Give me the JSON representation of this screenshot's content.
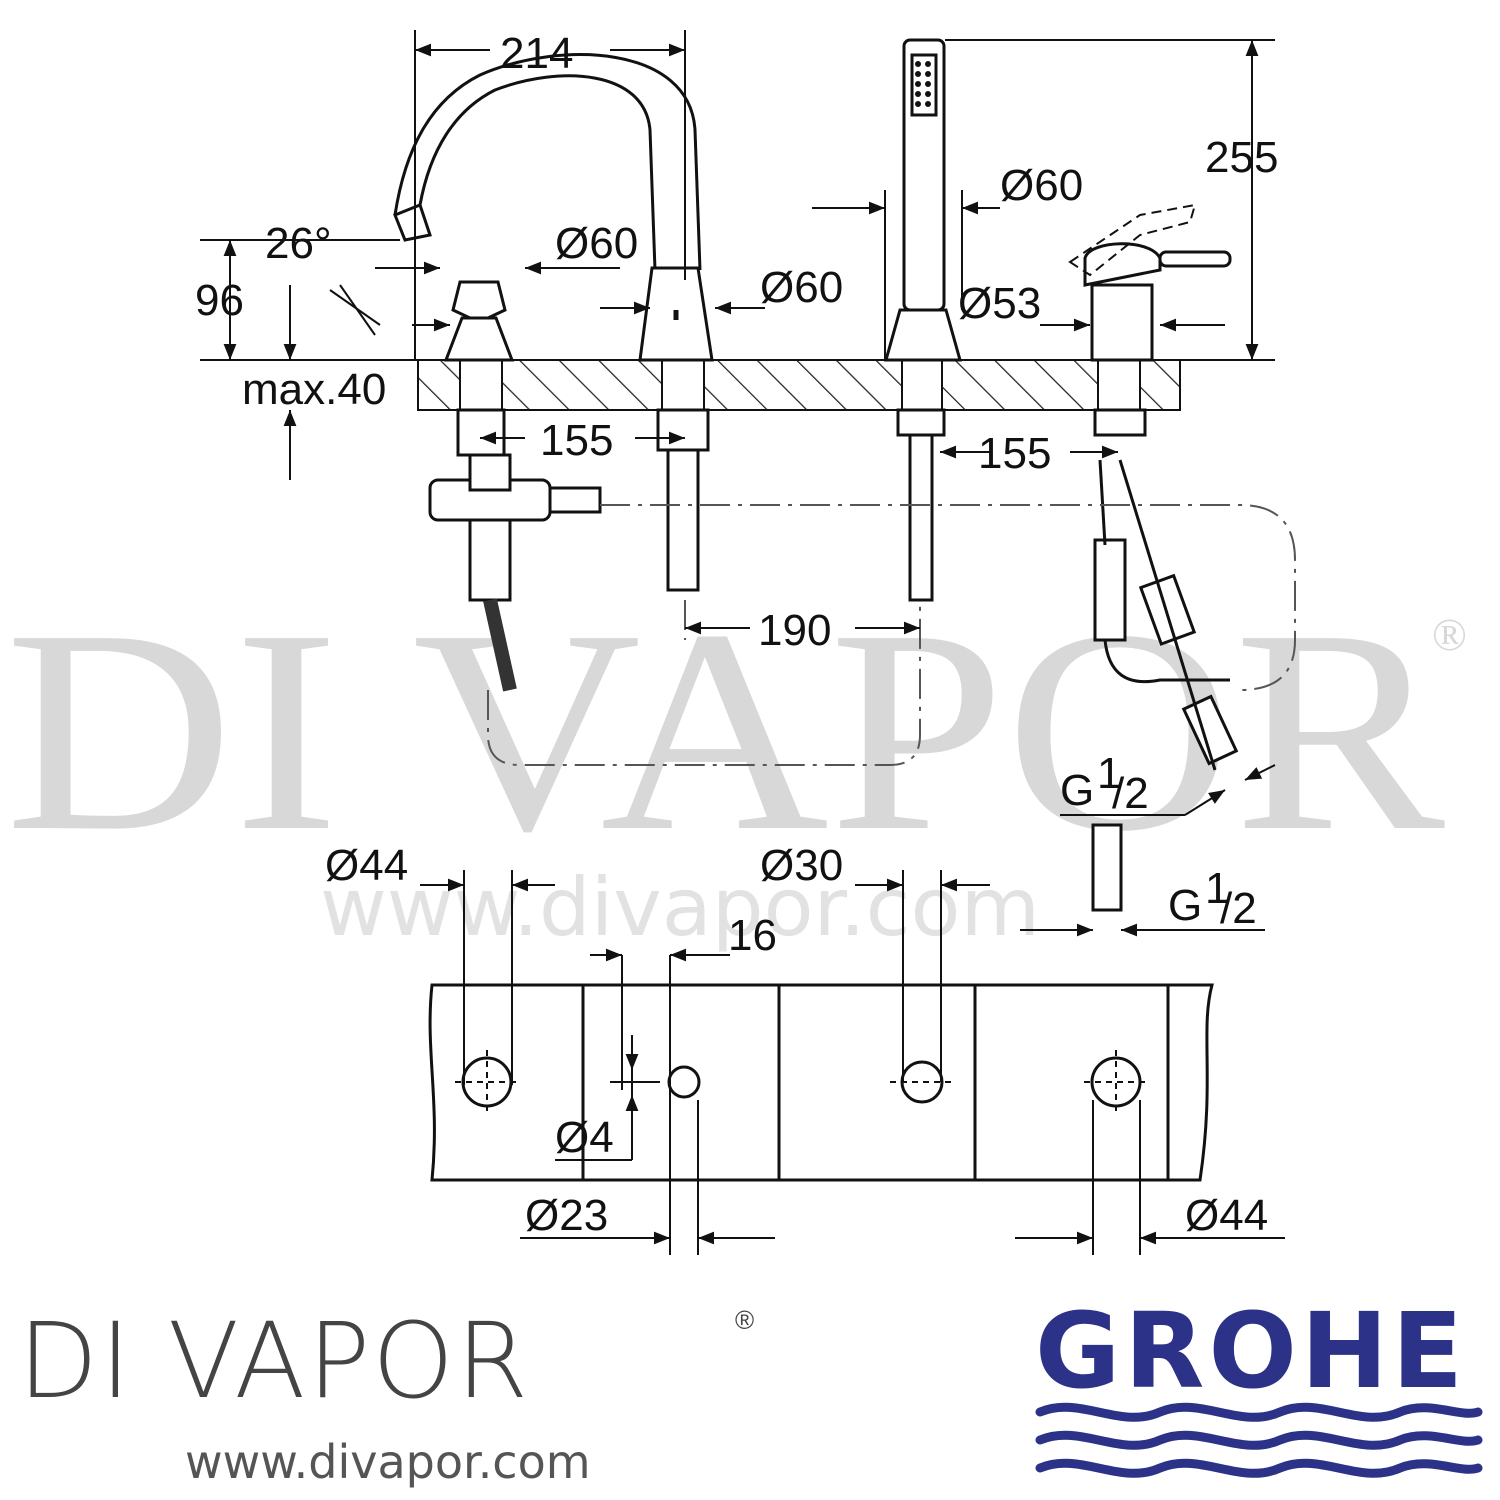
{
  "watermark": {
    "brand": "DI VAPOR",
    "registered": "®",
    "url": "www.divapor.com"
  },
  "dimensions": {
    "spout_reach": "214",
    "handshower_height": "255",
    "spout_angle": "26°",
    "height_96": "96",
    "max_deck": "max.40",
    "dia_60_a": "Ø60",
    "dia_60_b": "Ø60",
    "dia_60_c": "Ø60",
    "dia_53": "Ø53",
    "spacing_155_a": "155",
    "spacing_155_b": "155",
    "spacing_190": "190",
    "thread_g_main": "G",
    "thread_g_sup": "1",
    "thread_g_sub": "/2",
    "thread_g2_main": "G",
    "thread_g2_sup": "1",
    "thread_g2_sub": "/2",
    "hole_44_a": "Ø44",
    "hole_30": "Ø30",
    "hole_16": "16",
    "hole_4": "Ø4",
    "hole_23": "Ø23",
    "hole_44_b": "Ø44"
  },
  "footer": {
    "brand_name": "DI VAPOR",
    "brand_reg": "®",
    "brand_url": "www.divapor.com",
    "manufacturer": "GROHE"
  },
  "colors": {
    "line": "#111111",
    "grohe_blue": "#2b3288",
    "watermark_grey": "#d8d8d8"
  }
}
